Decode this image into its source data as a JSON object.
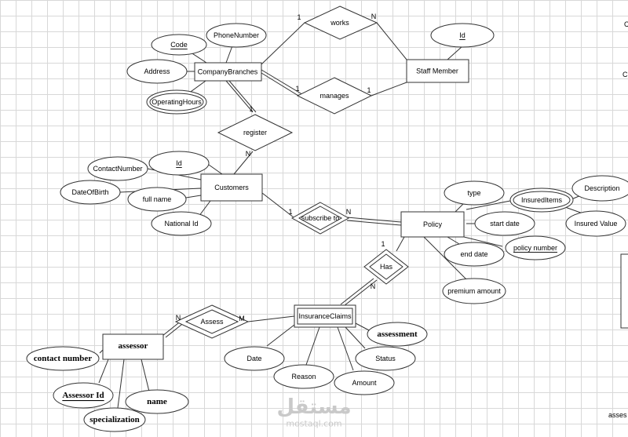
{
  "entities": {
    "company_branches": "CompanyBranches",
    "staff_member": "Staff Member",
    "customers": "Customers",
    "policy": "Policy",
    "insurance_claims": "InsuranceClaims",
    "assessor": "assessor"
  },
  "relationships": {
    "works": "works",
    "manages": "manages",
    "register": "register",
    "subscribe_to": "subscribe to",
    "has": "Has",
    "assess": "Assess"
  },
  "attributes": {
    "code": "Code",
    "phone_number": "PhoneNumber",
    "address": "Address",
    "operating_hours": "OperatingHours",
    "staff_id": "Id",
    "customer_id": "Id",
    "contact_number": "ContactNumber",
    "date_of_birth": "DateOfBirth",
    "full_name": "full name",
    "national_id": "National Id",
    "type": "type",
    "insured_items": "InsuredItems",
    "description": "Description",
    "insured_value": "Insured Value",
    "start_date": "start date",
    "end_date": "end date",
    "policy_number": "policy number",
    "premium_amount": "premium amount",
    "assessment": "assessment",
    "claim_date": "Date",
    "reason": "Reason",
    "status": "Status",
    "amount": "Amount",
    "assessor_contact_number": "contact number",
    "assessor_id": "Assessor Id",
    "name": "name",
    "specialization": "specialization"
  },
  "cardinalities": {
    "works_branch": "1",
    "works_staff": "N",
    "manages_branch": "1",
    "manages_staff": "1",
    "register_branch": "1",
    "register_customer": "N",
    "subscribe_customer": "1",
    "subscribe_policy": "N",
    "has_policy": "1",
    "has_claims": "N",
    "assess_assessor": "N",
    "assess_claims": "M"
  },
  "margin_text": {
    "right_top": "C",
    "right_mid": "C",
    "bottom_right": "asses"
  },
  "watermark": {
    "arabic": "مستقل",
    "latin": "mostaql.com"
  }
}
